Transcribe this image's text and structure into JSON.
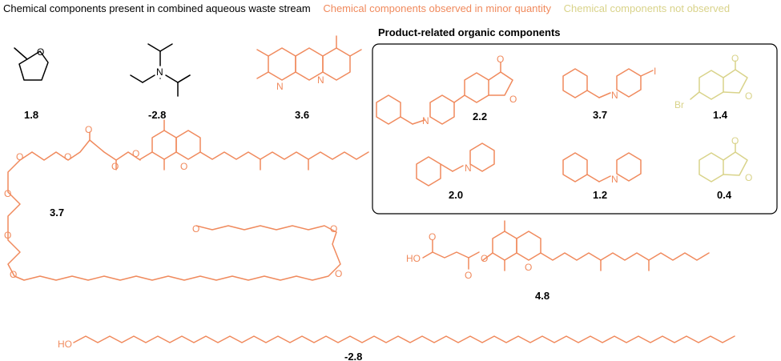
{
  "legend": {
    "present": "Chemical components present in combined aqueous waste stream",
    "minor": "Chemical components observed in minor quantity",
    "not_observed": "Chemical components not observed"
  },
  "colors": {
    "present": "#000000",
    "minor": "#F08A5D",
    "not_observed": "#D9D38A"
  },
  "box_title": "Product-related organic components",
  "values": {
    "methylthf": "1.8",
    "dipea": "-2.8",
    "phenanthroline": "3.6",
    "benzylpiperidinyl_phthalide": "2.2",
    "benzyl_iodopiperidine": "3.7",
    "bromophthalide": "1.4",
    "benzyl_tetrahydropyridine": "2.0",
    "benzylpiperidine": "1.2",
    "phthalide": "0.4",
    "tpgs": "3.7",
    "tocopherol_succinate": "4.8",
    "peg": "-2.8"
  },
  "atoms": {
    "O": "O",
    "N": "N",
    "I": "I",
    "Br": "Br",
    "OH": "HO"
  }
}
